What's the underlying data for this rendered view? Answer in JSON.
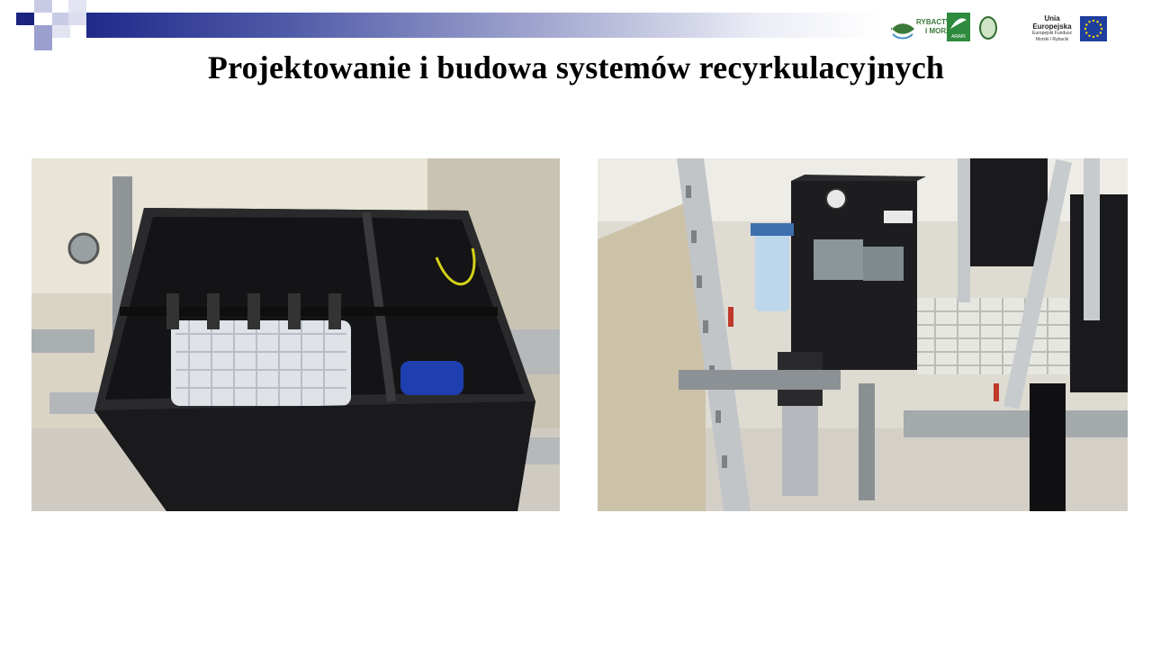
{
  "slide": {
    "title": "Projektowanie i budowa systemów recyrkulacyjnych"
  },
  "logos": {
    "rybactwo_line1": "RYBACTWO",
    "rybactwo_line2": "I MORZE",
    "arimr": "ARiMR",
    "ue_title": "Unia Europejska",
    "ue_sub1": "Europejski Fundusz",
    "ue_sub2": "Morski i Rybacki"
  },
  "photos": [
    {
      "name": "drum-filter-photo"
    },
    {
      "name": "pump-system-photo"
    }
  ],
  "colors": {
    "band_dark": "#1f2a8a",
    "eu_blue": "#1f3f9e",
    "eu_star": "#ffdd00"
  }
}
